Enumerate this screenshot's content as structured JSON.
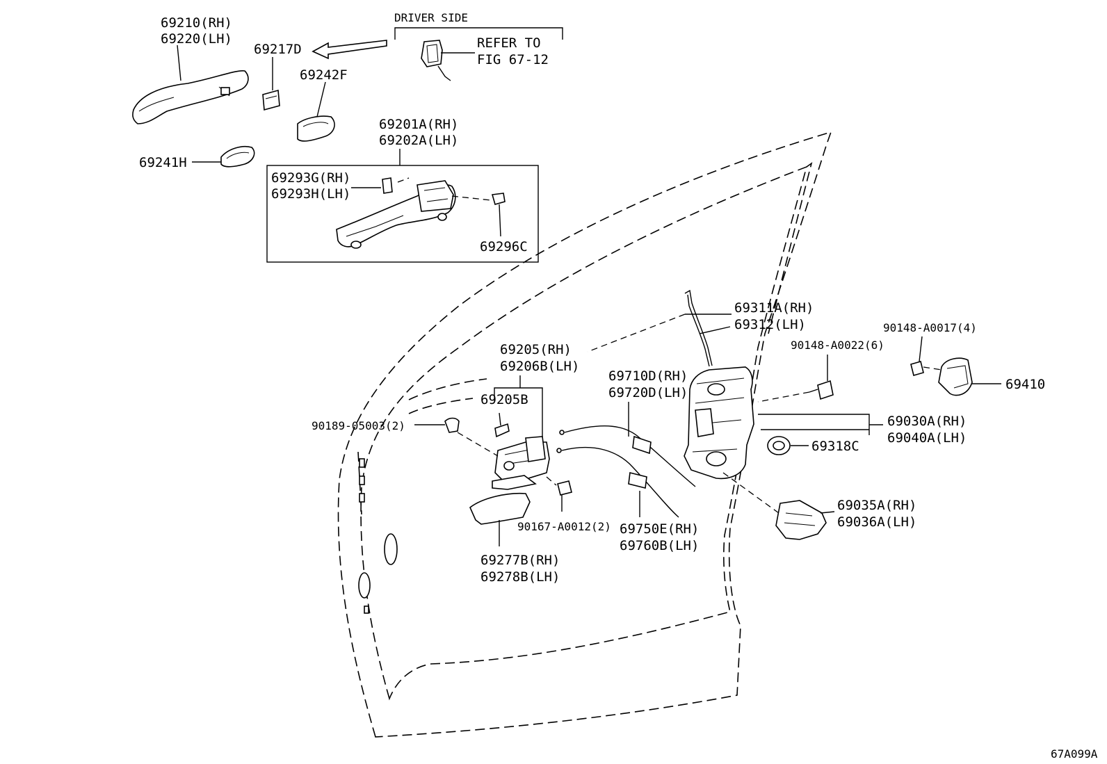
{
  "diagram": {
    "figure_code": "67A099A",
    "header": {
      "driver_side": "DRIVER SIDE",
      "refer_line1": "REFER TO",
      "refer_line2": "FIG 67-12"
    },
    "parts": [
      {
        "key": "p69210",
        "label": "69210(RH)"
      },
      {
        "key": "p69220",
        "label": "69220(LH)"
      },
      {
        "key": "p69217d",
        "label": "69217D"
      },
      {
        "key": "p69242f",
        "label": "69242F"
      },
      {
        "key": "p69241h",
        "label": "69241H"
      },
      {
        "key": "p69201a",
        "label": "69201A(RH)"
      },
      {
        "key": "p69202a",
        "label": "69202A(LH)"
      },
      {
        "key": "p69293g",
        "label": "69293G(RH)"
      },
      {
        "key": "p69293h",
        "label": "69293H(LH)"
      },
      {
        "key": "p69296c",
        "label": "69296C"
      },
      {
        "key": "p69311a",
        "label": "69311A(RH)"
      },
      {
        "key": "p69312",
        "label": "69312(LH)"
      },
      {
        "key": "p90148_17",
        "label": "90148-A0017(4)"
      },
      {
        "key": "p90148_22",
        "label": "90148-A0022(6)"
      },
      {
        "key": "p69410",
        "label": "69410"
      },
      {
        "key": "p69205",
        "label": "69205(RH)"
      },
      {
        "key": "p69206b",
        "label": "69206B(LH)"
      },
      {
        "key": "p69710d",
        "label": "69710D(RH)"
      },
      {
        "key": "p69720d",
        "label": "69720D(LH)"
      },
      {
        "key": "p69205b",
        "label": "69205B"
      },
      {
        "key": "p90189",
        "label": "90189-05003(2)"
      },
      {
        "key": "p69030a",
        "label": "69030A(RH)"
      },
      {
        "key": "p69040a",
        "label": "69040A(LH)"
      },
      {
        "key": "p69318c",
        "label": "69318C"
      },
      {
        "key": "p69035a",
        "label": "69035A(RH)"
      },
      {
        "key": "p69036a",
        "label": "69036A(LH)"
      },
      {
        "key": "p90167",
        "label": "90167-A0012(2)"
      },
      {
        "key": "p69750e",
        "label": "69750E(RH)"
      },
      {
        "key": "p69760b",
        "label": "69760B(LH)"
      },
      {
        "key": "p69277b",
        "label": "69277B(RH)"
      },
      {
        "key": "p69278b",
        "label": "69278B(LH)"
      }
    ]
  }
}
